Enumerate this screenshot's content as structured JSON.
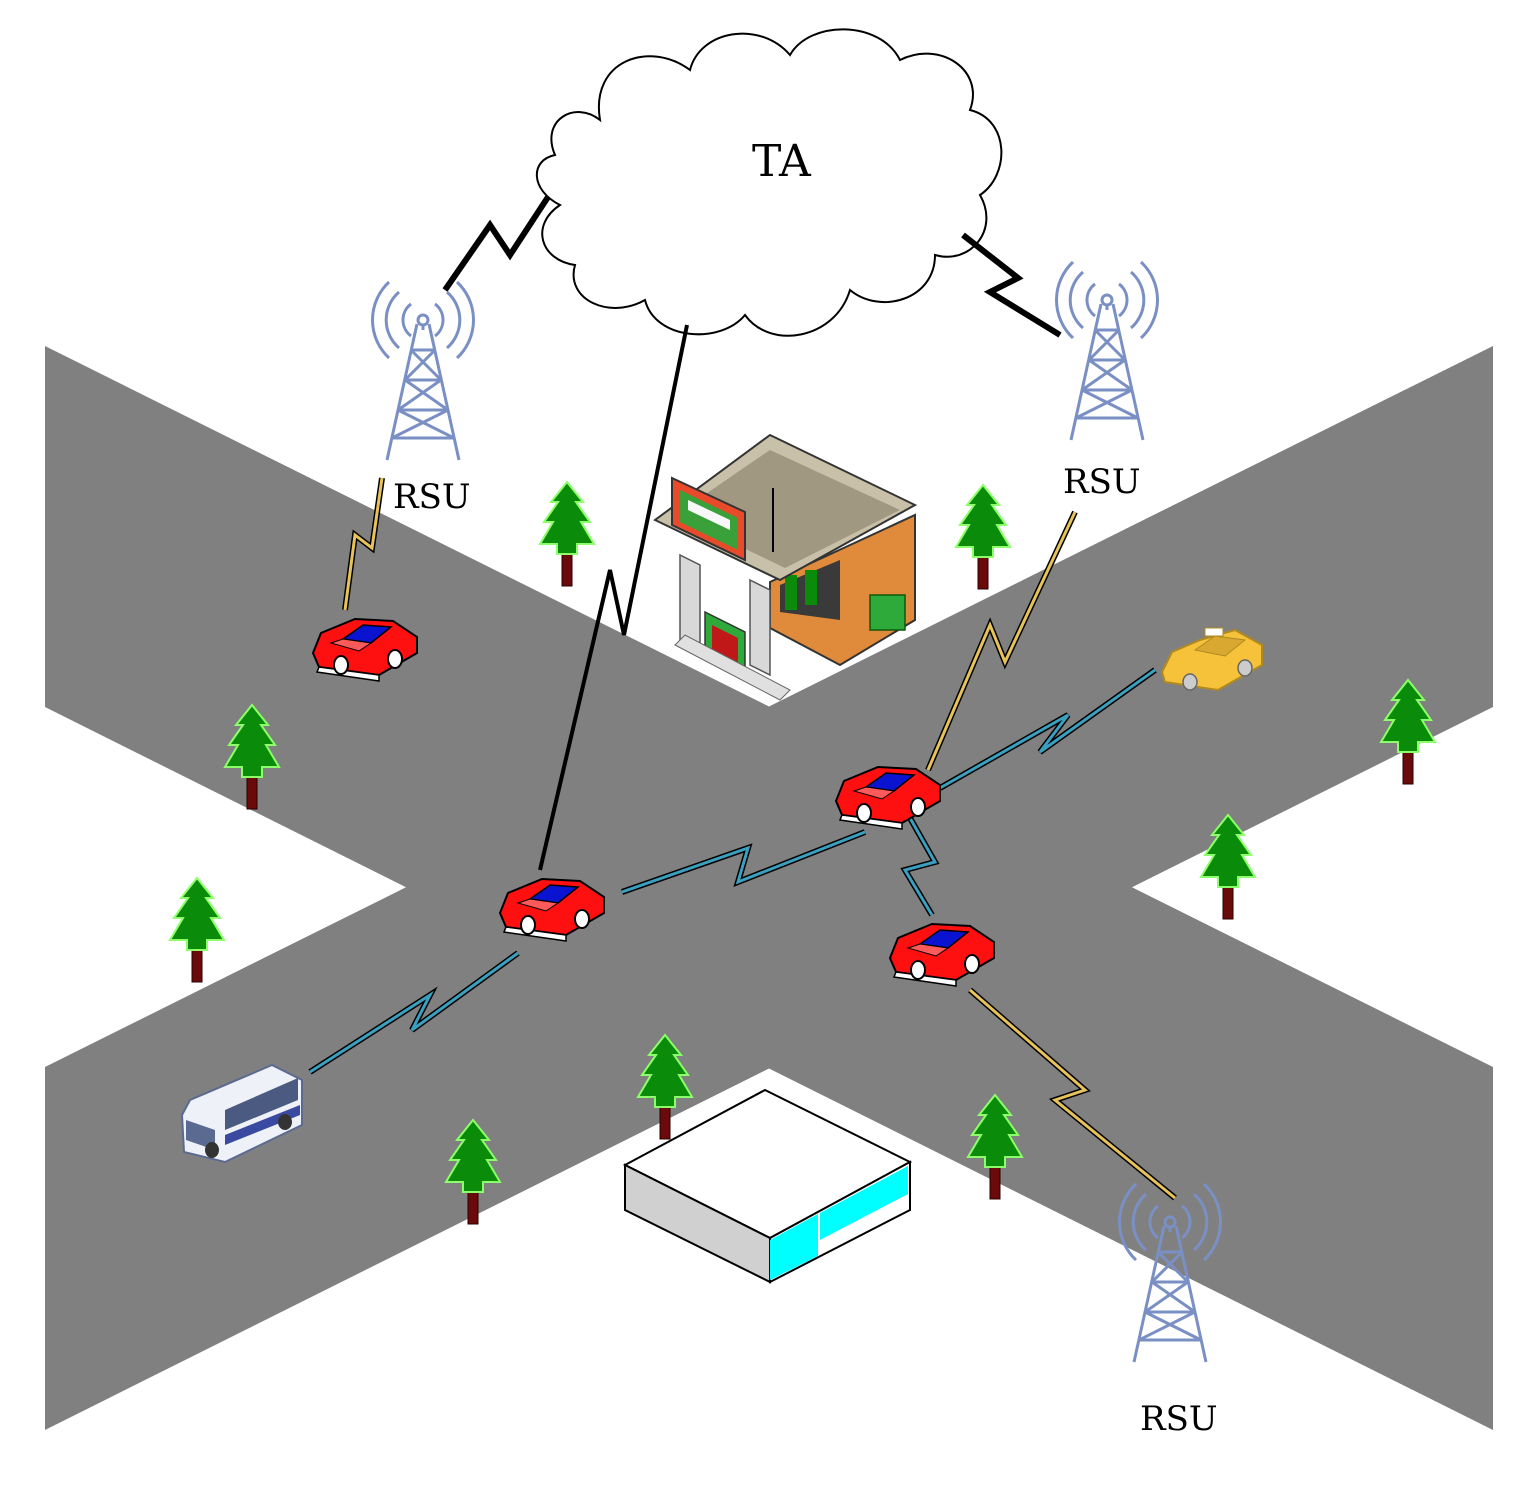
{
  "diagram": {
    "authority_label": "TA",
    "rsu_labels": [
      "RSU",
      "RSU",
      "RSU"
    ]
  },
  "colors": {
    "road": "#808080",
    "cloud_fill": "#ffffff",
    "tower": "#7a90c4",
    "tree_green": "#0a8c0a",
    "tree_trunk": "#6b0a0a",
    "car_body": "#ff0000",
    "car_window": "#0000cc",
    "link_black": "#000000",
    "link_rsu_yellow": "#e8c35a",
    "link_v2v_blue": "#3aa0c0",
    "taxi": "#f6c23a",
    "building_glass": "#00ffff"
  },
  "icons": [
    "cloud-icon",
    "rsu-tower-icon",
    "car-icon",
    "taxi-icon",
    "bus-icon",
    "tree-icon",
    "gas-station-icon",
    "building-icon"
  ]
}
